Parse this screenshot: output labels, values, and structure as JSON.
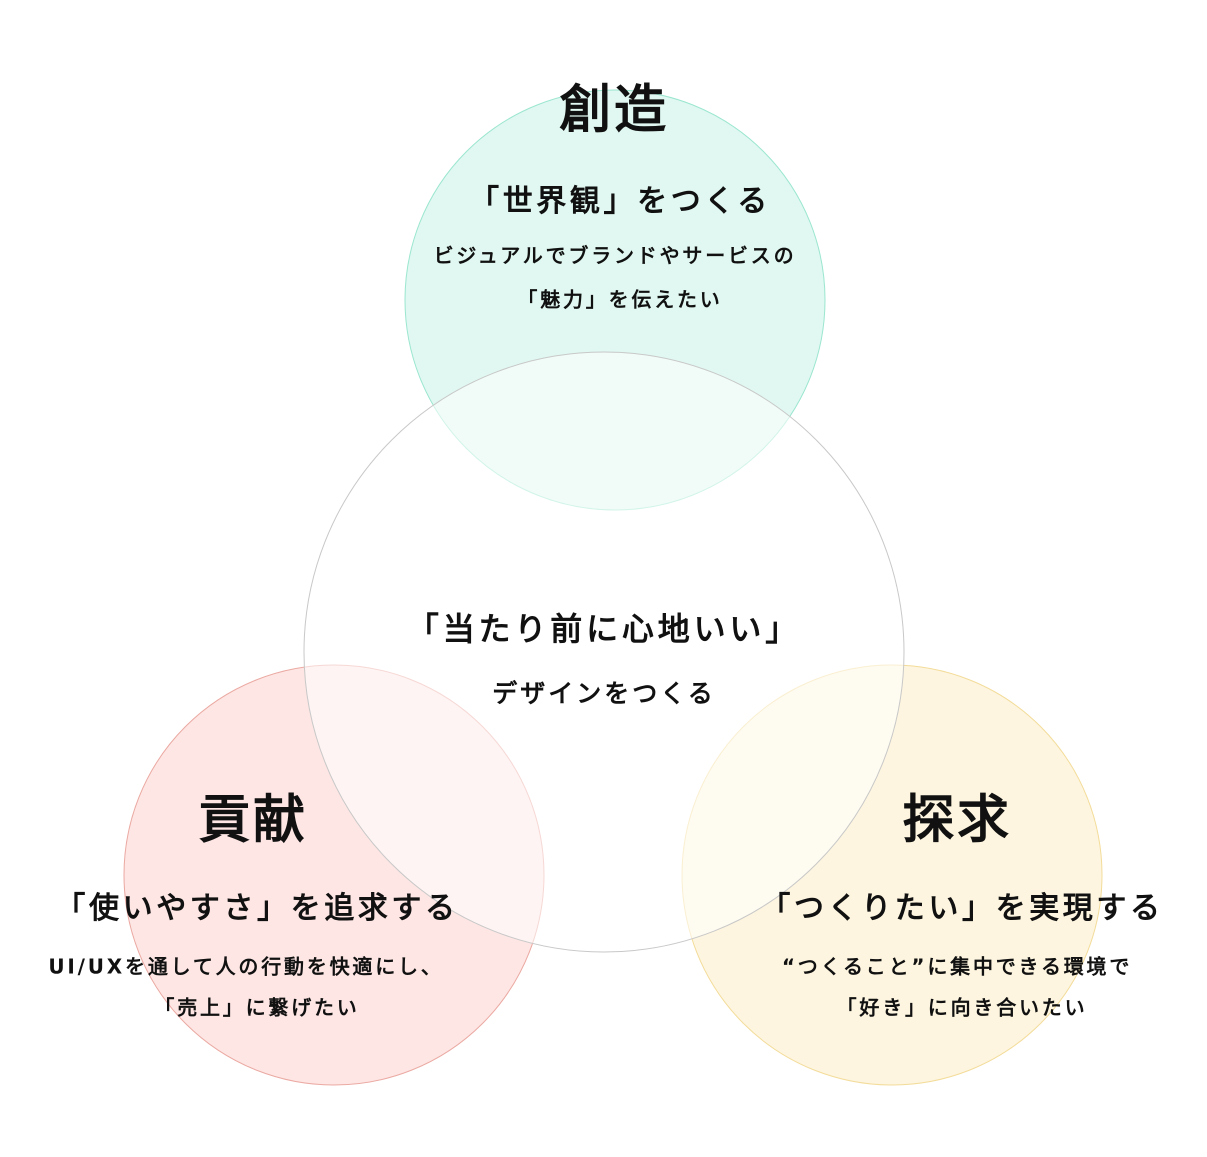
{
  "colors": {
    "create_fill": "#e0f8f1",
    "create_stroke": "#9be6cf",
    "contribute_fill": "#fde6e4",
    "contribute_stroke": "#eba9a2",
    "explore_fill": "#fdf5df",
    "explore_stroke": "#f3dc9a",
    "center_stroke": "#c8c8c8"
  },
  "create": {
    "title": "創造",
    "subtitle": "「世界観」をつくる",
    "lines": [
      "ビジュアルでブランドやサービスの",
      "「魅力」を伝えたい"
    ]
  },
  "center": {
    "title": "「当たり前に心地いい」",
    "subtitle": "デザインをつくる"
  },
  "contribute": {
    "title": "貢献",
    "subtitle": "「使いやすさ」を追求する",
    "lines": [
      "UI/UXを通して人の行動を快適にし、",
      "「売上」に繋げたい"
    ]
  },
  "explore": {
    "title": "探求",
    "subtitle": "「つくりたい」を実現する",
    "lines": [
      "“つくること”に集中できる環境で",
      "「好き」に向き合いたい"
    ]
  }
}
